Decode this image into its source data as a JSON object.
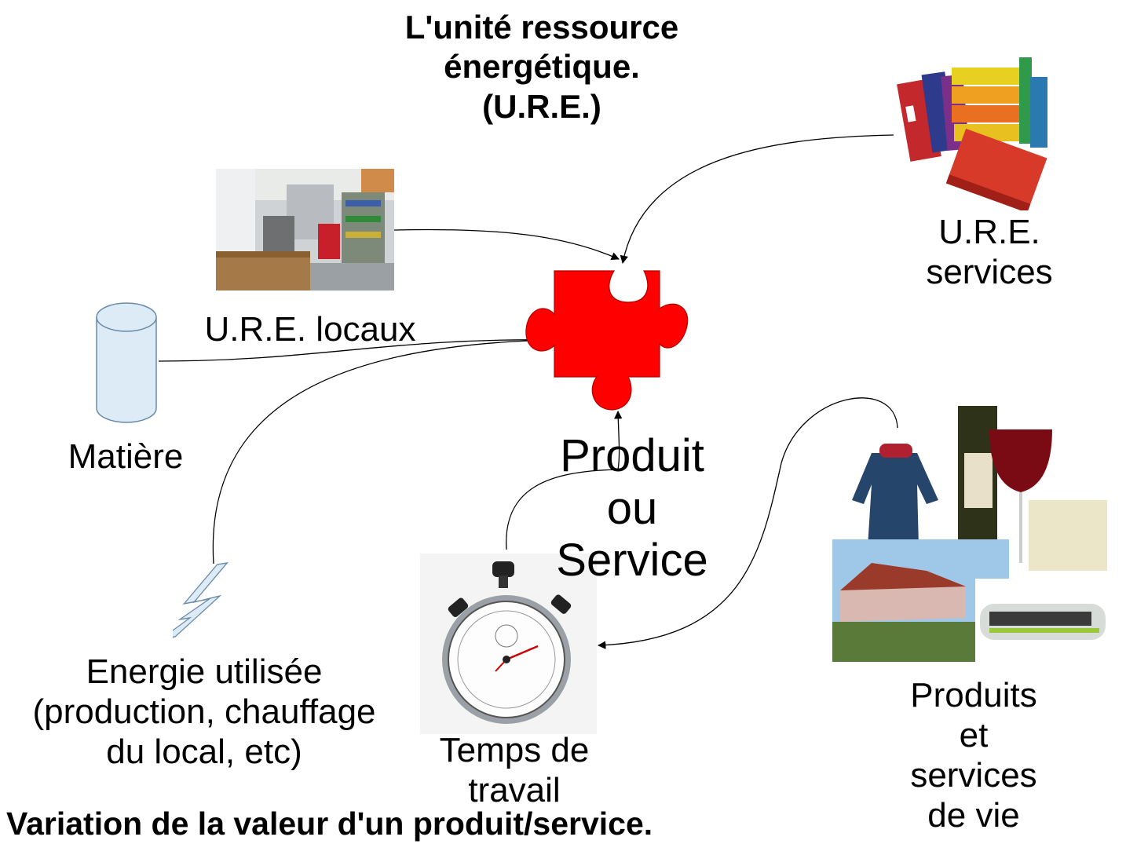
{
  "title": {
    "line1": "L'unité ressource",
    "line2": "énergétique.",
    "line3": "(U.R.E.)"
  },
  "footer": "Variation de la valeur d'un produit/service.",
  "nodes": {
    "locaux": "U.R.E. locaux",
    "services": {
      "line1": "U.R.E.",
      "line2": "services"
    },
    "matiere": "Matière",
    "energie": {
      "line1": "Energie utilisée",
      "line2": "(production, chauffage",
      "line3": "du local, etc)"
    },
    "temps": {
      "line1": "Temps de",
      "line2": "travail"
    },
    "produit": {
      "line1": "Produit",
      "line2": "ou",
      "line3": "Service"
    },
    "vie": {
      "line1": "Produits",
      "line2": "et",
      "line3": "services",
      "line4": "de vie"
    }
  },
  "colors": {
    "puzzle": "#ff0000",
    "cylinder": "#dcebf5",
    "bolt": "#dcebf5"
  },
  "icons": [
    "puzzle-piece-icon",
    "cylinder-icon",
    "lightning-icon",
    "stopwatch-icon",
    "binders-icon",
    "workshop-photo",
    "consumer-goods-photo"
  ]
}
